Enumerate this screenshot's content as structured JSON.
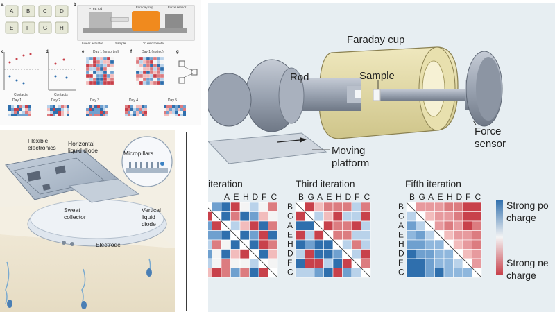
{
  "top_left": {
    "letter_keys": [
      "A",
      "B",
      "C",
      "D",
      "E",
      "F",
      "G",
      "H"
    ],
    "panel_letters": [
      "a",
      "b",
      "c",
      "d",
      "e",
      "f",
      "g"
    ],
    "apparatus": {
      "labels": [
        "PTFE rod",
        "Faraday cup",
        "Force sensor",
        "Linear actuator",
        "Sample",
        "To electrometer"
      ]
    },
    "axis_label_contacts": "Contacts",
    "small_titles": [
      "Day 1 (unsorted)",
      "Day 1 (sorted)"
    ],
    "day_labels": [
      "Day 1",
      "Day 2",
      "Day 3",
      "Day 4",
      "Day 5"
    ]
  },
  "bottom_left": {
    "labels": {
      "flexible_electronics": "Flexible\nelectronics",
      "horizontal_diode": "Horizontal\nliquid diode",
      "micropillars": "Micropillars",
      "sweat_collector": "Sweat\ncollector",
      "vertical_diode": "Vertical\nliquid\ndiode",
      "electrode": "Electrode"
    }
  },
  "right": {
    "labels": {
      "faraday_cup": "Faraday cup",
      "rod": "Rod",
      "sample": "Sample",
      "force_sensor": "Force\nsensor",
      "moving_platform": "Moving\nplatform"
    },
    "matrices": [
      {
        "title": "iteration",
        "col_labels": [
          "A",
          "E",
          "H",
          "D",
          "F",
          "C"
        ],
        "row_labels": []
      },
      {
        "title": "Third iteration",
        "col_labels": [
          "B",
          "G",
          "A",
          "E",
          "H",
          "D",
          "F",
          "C"
        ],
        "row_labels": [
          "B",
          "G",
          "A",
          "E",
          "H",
          "D",
          "F",
          "C"
        ]
      },
      {
        "title": "Fifth iteration",
        "col_labels": [
          "B",
          "G",
          "A",
          "E",
          "H",
          "D",
          "F",
          "C"
        ],
        "row_labels": [
          "B",
          "G",
          "A",
          "E",
          "H",
          "D",
          "F",
          "C"
        ]
      }
    ],
    "legend": {
      "top": "Strong po\ncharge",
      "bottom": "Strong ne\ncharge",
      "colors": {
        "positive": "#2f6fad",
        "negative": "#c8414b",
        "neutral": "#f4f4f4"
      }
    }
  }
}
